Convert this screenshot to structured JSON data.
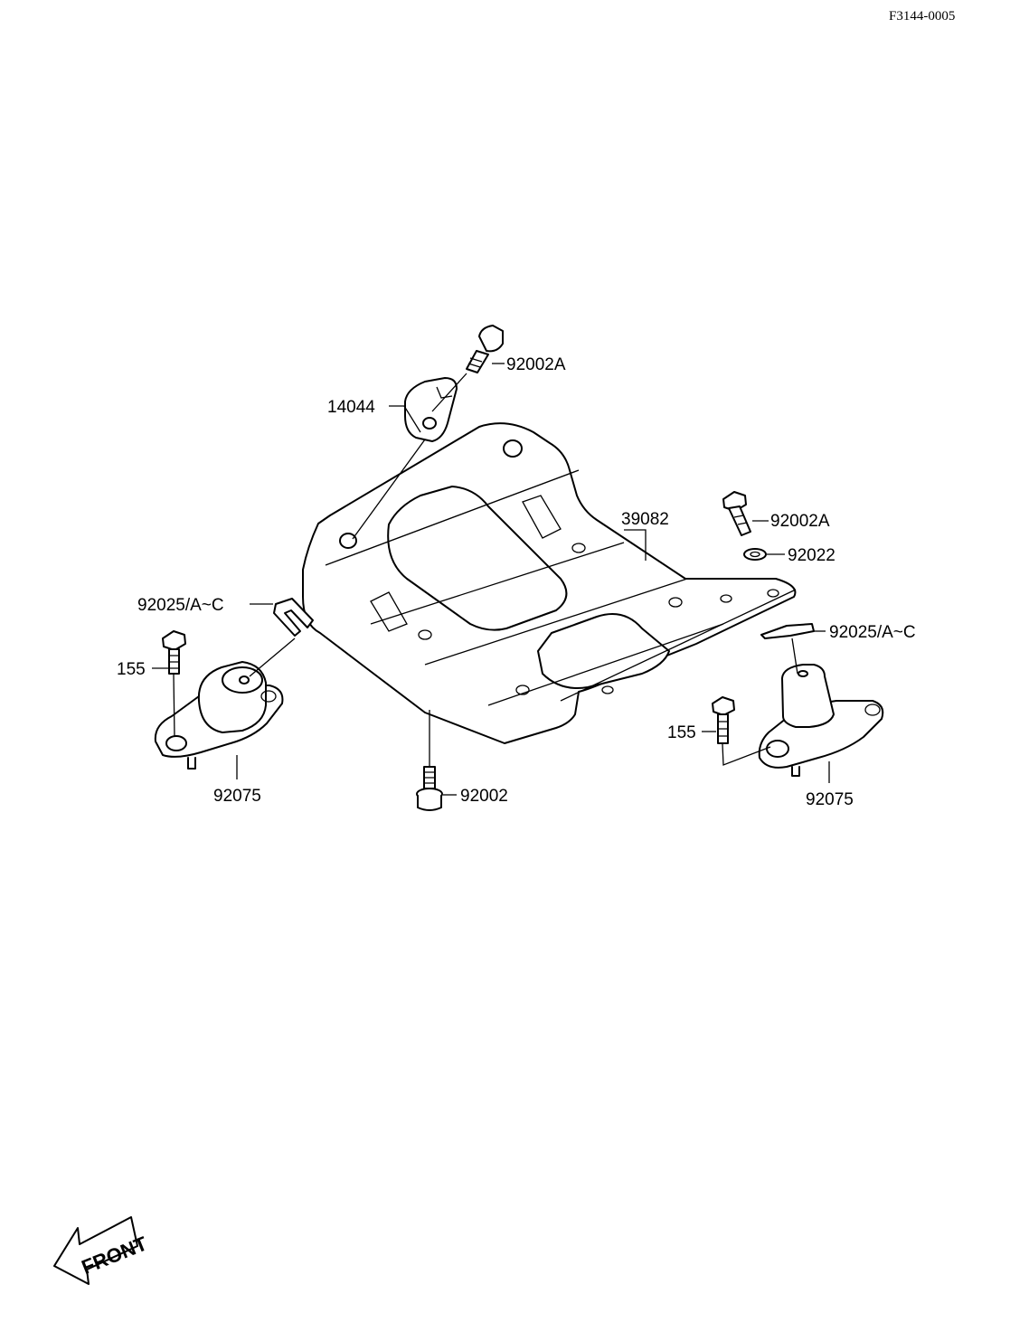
{
  "diagram_code": "F3144-0005",
  "front_label": "FRONT",
  "labels": {
    "p92002A_top": "92002A",
    "p14044": "14044",
    "p39082": "39082",
    "p92002A_right": "92002A",
    "p92022": "92022",
    "p92025_left": "92025/A~C",
    "p92025_right": "92025/A~C",
    "p155_left": "155",
    "p155_right": "155",
    "p92075_left": "92075",
    "p92075_right": "92075",
    "p92002_bottom": "92002"
  }
}
